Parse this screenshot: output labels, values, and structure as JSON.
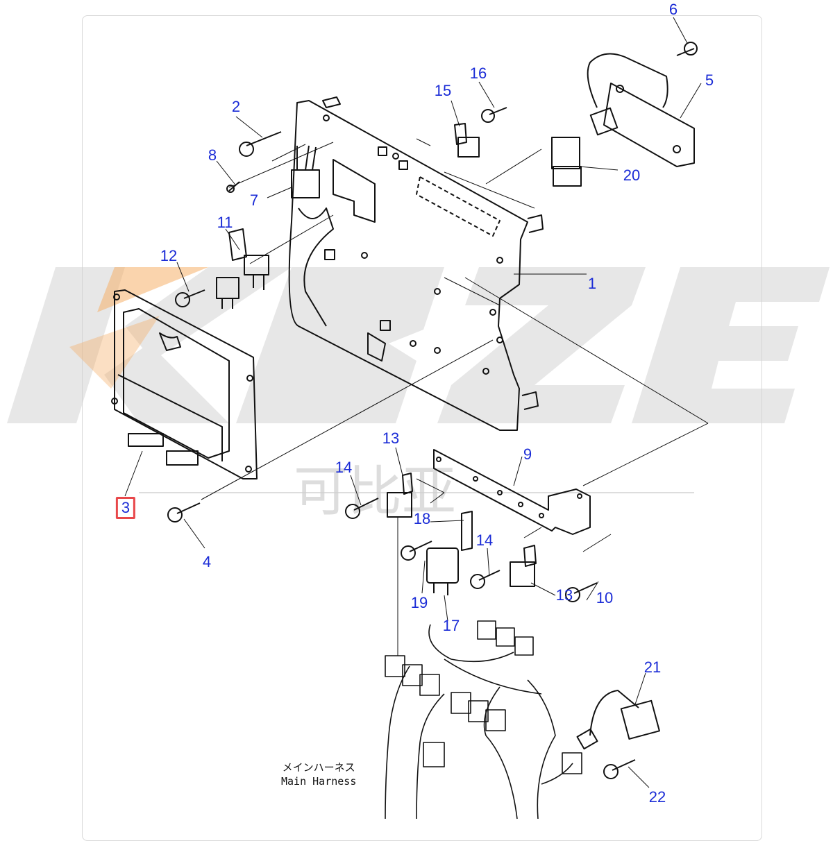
{
  "watermark": {
    "brand": "KBZE",
    "chinese": "可比亚"
  },
  "harness": {
    "jp": "メインハーネス",
    "en": "Main Harness"
  },
  "callouts": [
    {
      "id": "1",
      "label": "1"
    },
    {
      "id": "2",
      "label": "2"
    },
    {
      "id": "3",
      "label": "3",
      "selected": true
    },
    {
      "id": "4",
      "label": "4"
    },
    {
      "id": "5",
      "label": "5"
    },
    {
      "id": "6",
      "label": "6"
    },
    {
      "id": "7",
      "label": "7"
    },
    {
      "id": "8",
      "label": "8"
    },
    {
      "id": "9",
      "label": "9"
    },
    {
      "id": "10",
      "label": "10"
    },
    {
      "id": "11",
      "label": "11"
    },
    {
      "id": "12",
      "label": "12"
    },
    {
      "id": "13a",
      "label": "13"
    },
    {
      "id": "13b",
      "label": "13"
    },
    {
      "id": "14a",
      "label": "14"
    },
    {
      "id": "14b",
      "label": "14"
    },
    {
      "id": "15",
      "label": "15"
    },
    {
      "id": "16",
      "label": "16"
    },
    {
      "id": "17",
      "label": "17"
    },
    {
      "id": "18",
      "label": "18"
    },
    {
      "id": "19",
      "label": "19"
    },
    {
      "id": "20",
      "label": "20"
    },
    {
      "id": "21",
      "label": "21"
    },
    {
      "id": "22",
      "label": "22"
    }
  ],
  "colors": {
    "callout": "#1a2bd6",
    "highlight": "#e8474a",
    "line": "#111111",
    "watermark_gray": "#c8c8c8",
    "watermark_orange": "#f5b06a"
  }
}
